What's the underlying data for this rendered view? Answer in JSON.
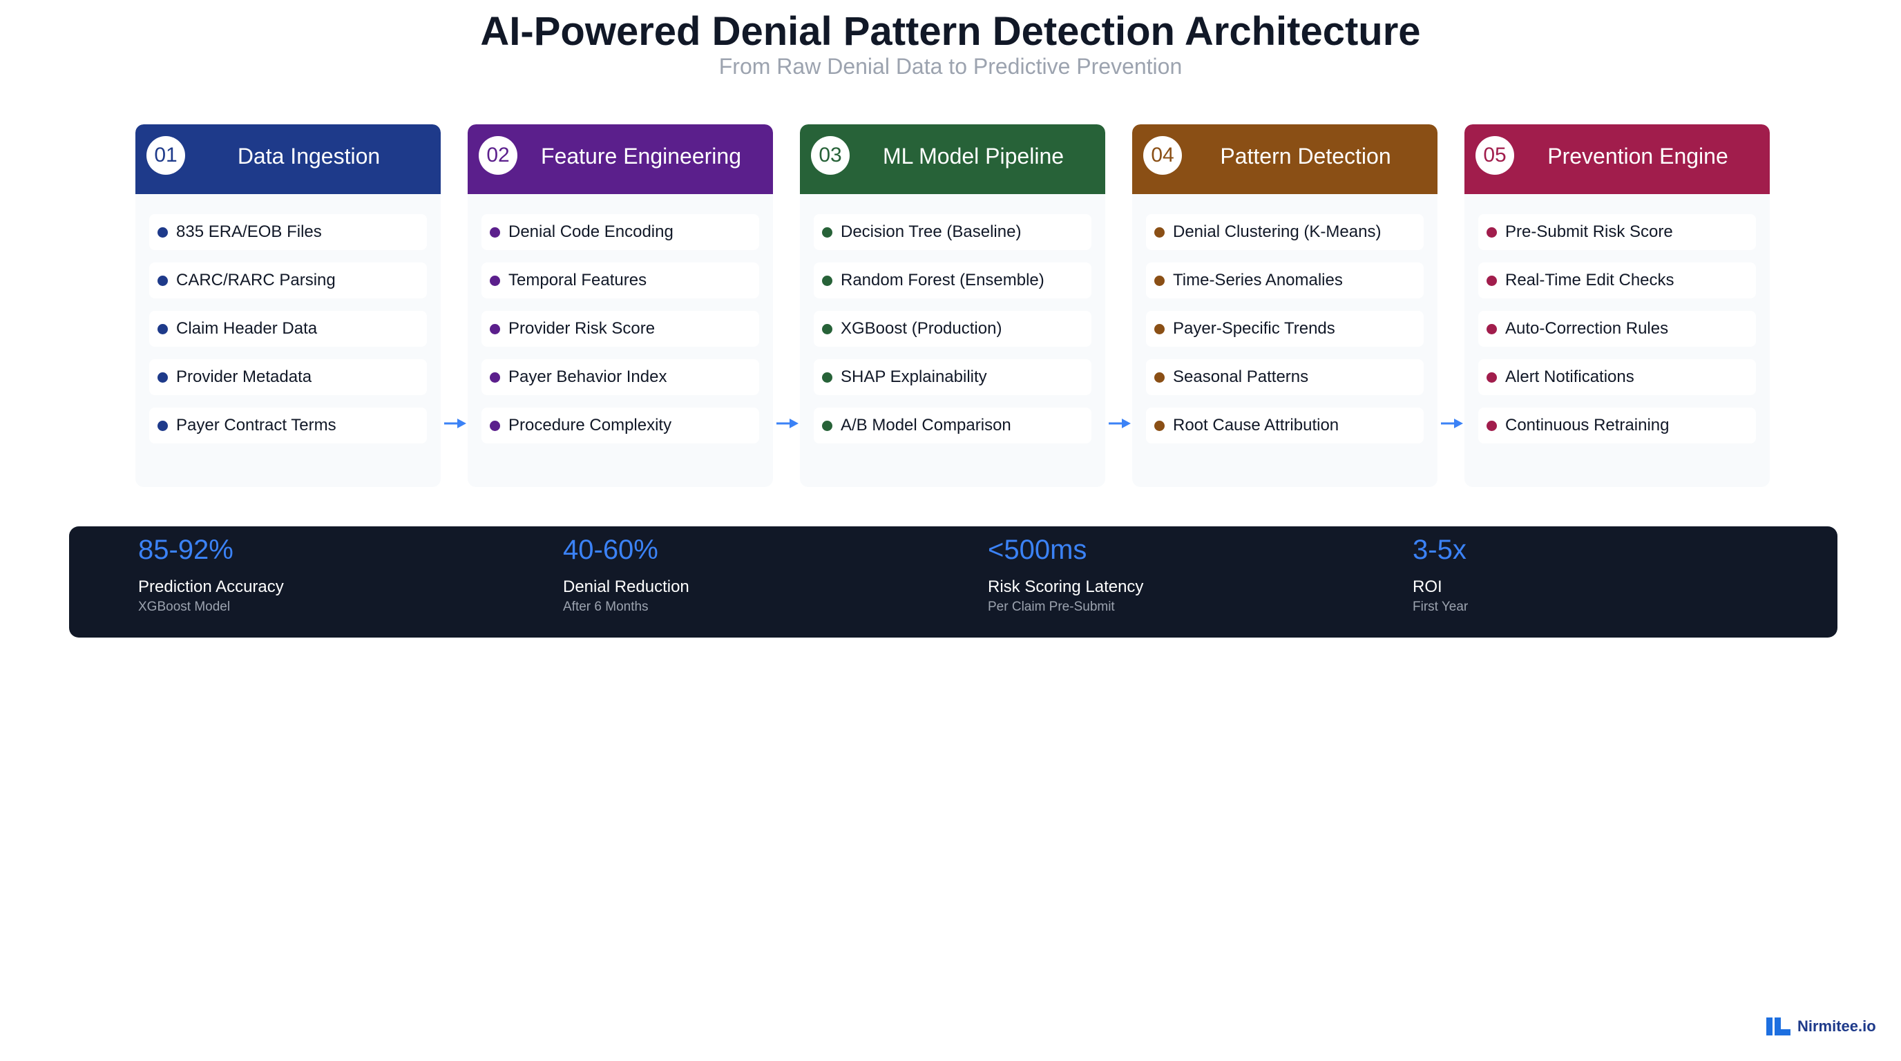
{
  "header": {
    "title": "AI-Powered Denial Pattern Detection Architecture",
    "subtitle": "From Raw Denial Data to Predictive Prevention"
  },
  "stages": [
    {
      "number": "01",
      "title": "Data Ingestion",
      "color": "#1e3a8a",
      "items": [
        "835 ERA/EOB Files",
        "CARC/RARC Parsing",
        "Claim Header Data",
        "Provider Metadata",
        "Payer Contract Terms"
      ]
    },
    {
      "number": "02",
      "title": "Feature Engineering",
      "color": "#5b1f8c",
      "items": [
        "Denial Code Encoding",
        "Temporal Features",
        "Provider Risk Score",
        "Payer Behavior Index",
        "Procedure Complexity"
      ]
    },
    {
      "number": "03",
      "title": "ML Model Pipeline",
      "color": "#276238",
      "items": [
        "Decision Tree (Baseline)",
        "Random Forest (Ensemble)",
        "XGBoost (Production)",
        "SHAP Explainability",
        "A/B Model Comparison"
      ]
    },
    {
      "number": "04",
      "title": "Pattern Detection",
      "color": "#8a4f15",
      "items": [
        "Denial Clustering (K-Means)",
        "Time-Series Anomalies",
        "Payer-Specific Trends",
        "Seasonal Patterns",
        "Root Cause Attribution"
      ]
    },
    {
      "number": "05",
      "title": "Prevention Engine",
      "color": "#a11d4c",
      "items": [
        "Pre-Submit Risk Score",
        "Real-Time Edit Checks",
        "Auto-Correction Rules",
        "Alert Notifications",
        "Continuous Retraining"
      ]
    }
  ],
  "arrow_icon": "arrow-right-icon",
  "arrow_color": "#3b82f6",
  "stats": [
    {
      "value": "85-92%",
      "label": "Prediction Accuracy",
      "sub": "XGBoost Model"
    },
    {
      "value": "40-60%",
      "label": "Denial Reduction",
      "sub": "After 6 Months"
    },
    {
      "value": "<500ms",
      "label": "Risk Scoring Latency",
      "sub": "Per Claim Pre-Submit"
    },
    {
      "value": "3-5x",
      "label": "ROI",
      "sub": "First Year"
    }
  ],
  "brand": {
    "name": "Nirmitee.io",
    "icon": "nirmitee-logo-icon",
    "color": "#1d6fe0"
  }
}
